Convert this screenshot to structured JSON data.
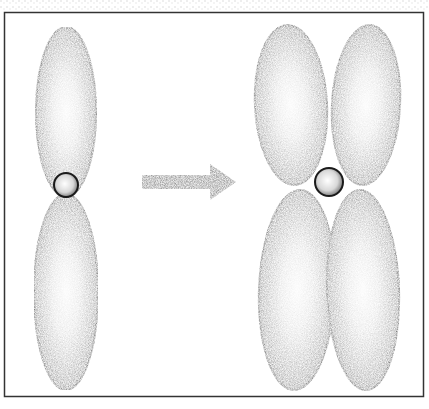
{
  "diagram": {
    "panels": [
      "single-chromatid-chromosome",
      "duplicated-chromosome"
    ],
    "arrow_direction": "right",
    "colors": {
      "outline": "#1a1a1a",
      "shade_dark": "#2b2b2b",
      "shade_mid": "#7a7a7a",
      "highlight": "#f4f4f4",
      "arrow": "#3a3a3a",
      "frame": "#333333",
      "paper": "#ffffff",
      "speckle": "#9a9a9a"
    },
    "icons": {
      "arrow": "right-arrow-icon",
      "centromere": "circle-icon"
    }
  }
}
